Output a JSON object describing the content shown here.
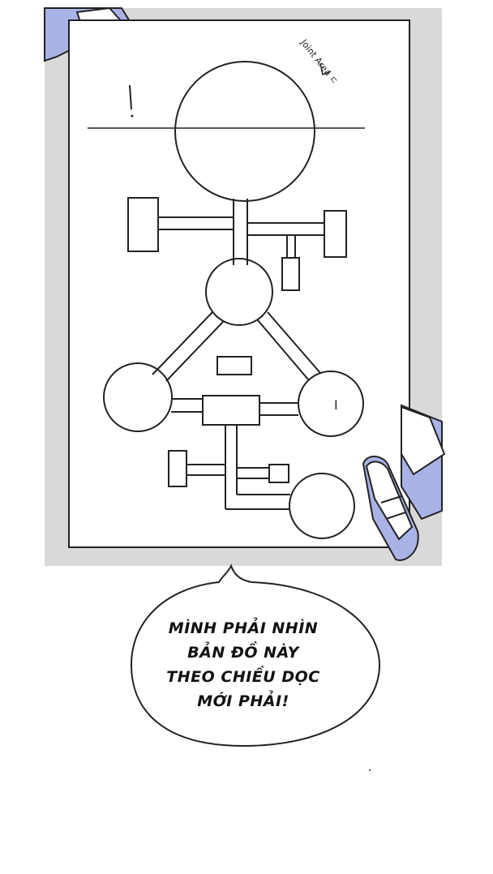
{
  "comic_panel": {
    "map": {
      "note_text": "Joint Area",
      "note_mark": "ㄷ",
      "room_label": "I"
    },
    "speech_bubble": {
      "lines": [
        "MÌNH PHẢI NHÌN",
        "BẢN ĐỒ NÀY",
        "THEO CHIỀU DỌC",
        "MỚI PHẢI!"
      ]
    },
    "colors": {
      "background": "#d9d9d9",
      "paper": "#ffffff",
      "glove_shadow": "#a9b3e6",
      "ink": "#222222"
    }
  }
}
